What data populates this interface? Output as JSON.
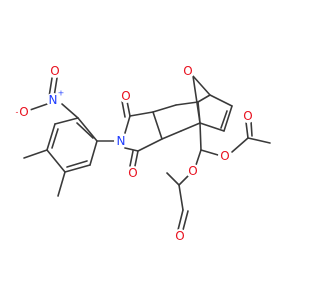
{
  "diagram": {
    "type": "chemical-structure",
    "colors": {
      "bond": "#3a3a3a",
      "oxygen": "#e8101e",
      "nitrogen": "#1e3cff",
      "background": "#ffffff"
    },
    "atom_labels": {
      "bridge_oxygen": "O",
      "imide_nitrogen": "N",
      "imide_carbonyl_top": "O",
      "imide_carbonyl_bottom": "O",
      "nitro_nitrogen": "N",
      "nitro_nitrogen_charge": "+",
      "nitro_oxygen_minus": "O",
      "nitro_oxygen_minus_charge": "-",
      "nitro_oxygen_double": "O",
      "acetal_oxygen_right": "O",
      "acetal_oxygen_left": "O",
      "acetyl_carbonyl_right": "O",
      "acetyl_carbonyl_left": "O"
    }
  }
}
